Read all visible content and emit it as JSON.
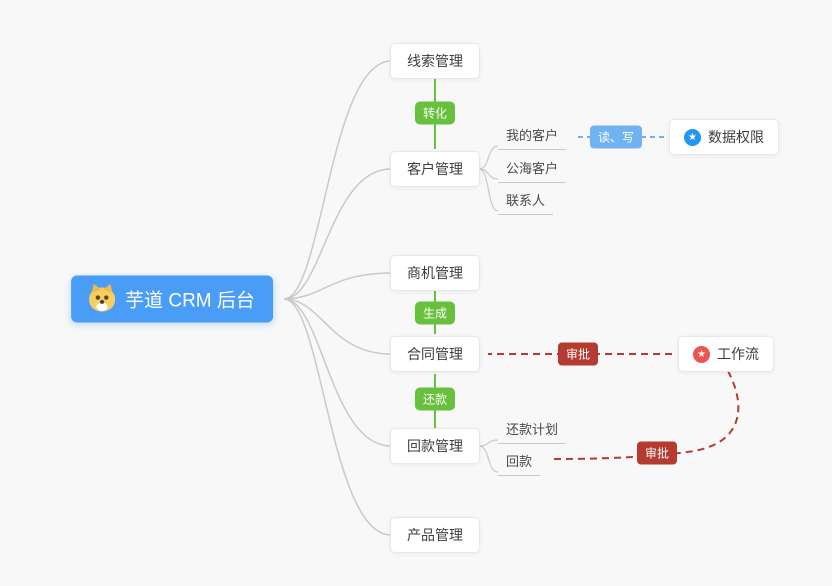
{
  "root": {
    "label": "芋道 CRM 后台",
    "icon": "dog-face"
  },
  "branches": [
    {
      "label": "线索管理"
    },
    {
      "label": "客户管理"
    },
    {
      "label": "商机管理"
    },
    {
      "label": "合同管理"
    },
    {
      "label": "回款管理"
    },
    {
      "label": "产品管理"
    }
  ],
  "customer_children": [
    {
      "label": "我的客户"
    },
    {
      "label": "公海客户"
    },
    {
      "label": "联系人"
    }
  ],
  "receivable_children": [
    {
      "label": "还款计划"
    },
    {
      "label": "回款"
    }
  ],
  "flow_badges": [
    {
      "label": "转化"
    },
    {
      "label": "生成"
    },
    {
      "label": "还款"
    }
  ],
  "permission_badge": {
    "label": "读、写"
  },
  "approval_badges": [
    {
      "label": "审批"
    },
    {
      "label": "审批"
    }
  ],
  "right_nodes": [
    {
      "label": "数据权限",
      "icon": "star"
    },
    {
      "label": "工作流",
      "icon": "star"
    }
  ],
  "colors": {
    "background": "#f8f8f8",
    "root_node": "#4a9df6",
    "flow_green": "#68c13c",
    "approval_red": "#b53a31",
    "permission_blue": "#70b3f3",
    "data_permission_icon": "#2196f3",
    "workflow_icon": "#ef5350",
    "connector_gray": "#c9c9c9"
  }
}
